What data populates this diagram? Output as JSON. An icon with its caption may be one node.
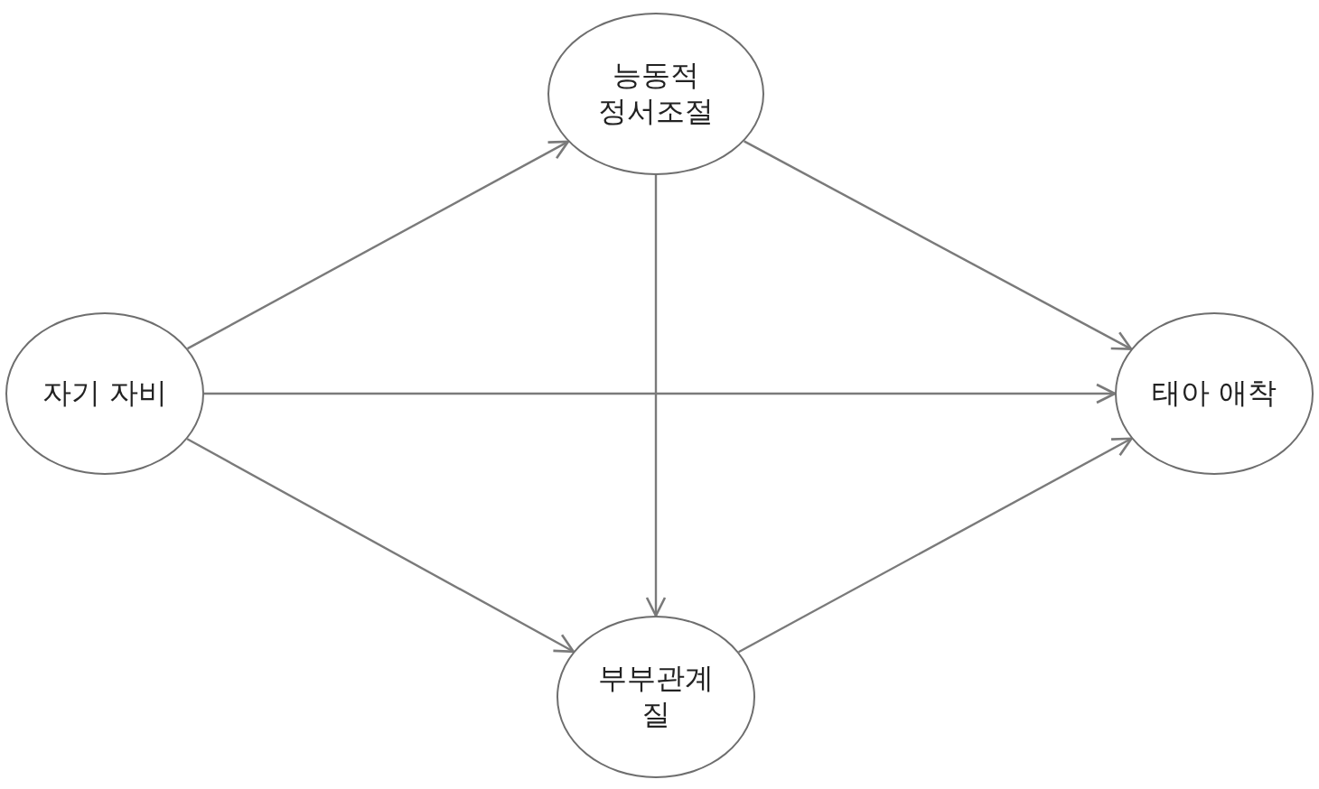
{
  "diagram": {
    "nodes": [
      {
        "text": [
          "자기 자비"
        ]
      },
      {
        "text": [
          "능동적 정서조절"
        ]
      },
      {
        "text": [
          "태아 애착"
        ]
      },
      {
        "text": [
          "부부관계 질"
        ]
      }
    ],
    "edges": [
      {
        "from": 0,
        "to": 1,
        "arrow": "to"
      },
      {
        "from": 0,
        "to": 2,
        "arrow": "to"
      },
      {
        "from": 0,
        "to": 3,
        "arrow": "to"
      },
      {
        "from": 1,
        "to": 2,
        "arrow": "to"
      },
      {
        "from": 1,
        "to": 3,
        "arrow": "to"
      },
      {
        "from": 3,
        "to": 2,
        "arrow": "to"
      }
    ]
  }
}
